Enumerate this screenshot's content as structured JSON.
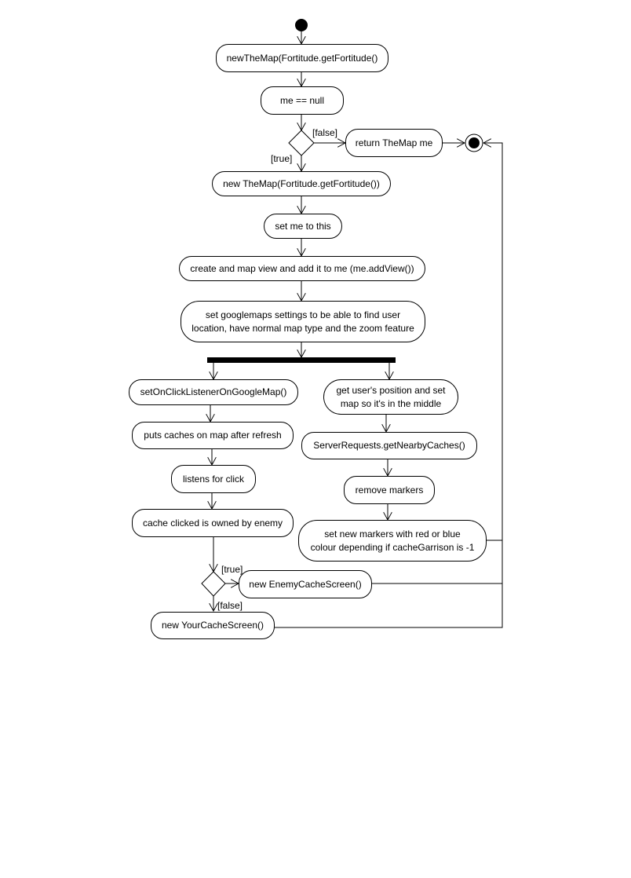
{
  "diagram": {
    "type": "uml-activity",
    "nodes": {
      "n1": "newTheMap(Fortitude.getFortitude()",
      "n2": "me == null",
      "n3": "return TheMap me",
      "n4": "new TheMap(Fortitude.getFortitude())",
      "n5": "set me to this",
      "n6": "create and map view and add it to me (me.addView())",
      "n7_line1": "set googlemaps settings to be able to find user",
      "n7_line2": "location, have normal map type and the zoom feature",
      "l1": "setOnClickListenerOnGoogleMap()",
      "l2": "puts caches on map after refresh",
      "l3": "listens for click",
      "l4": "cache clicked is owned by enemy",
      "r1_line1": "get user's position and set",
      "r1_line2": "map so it's in the middle",
      "r2": "ServerRequests.getNearbyCaches()",
      "r3": "remove markers",
      "r4_line1": "set new markers with red or blue",
      "r4_line2": "colour depending if cacheGarrison is -1",
      "e1": "new EnemyCacheScreen()",
      "y1": "new YourCacheScreen()"
    },
    "guards": {
      "false_top": "[false]",
      "true_top": "[true]",
      "true_bottom": "[true]",
      "false_bottom": "[false]"
    }
  }
}
